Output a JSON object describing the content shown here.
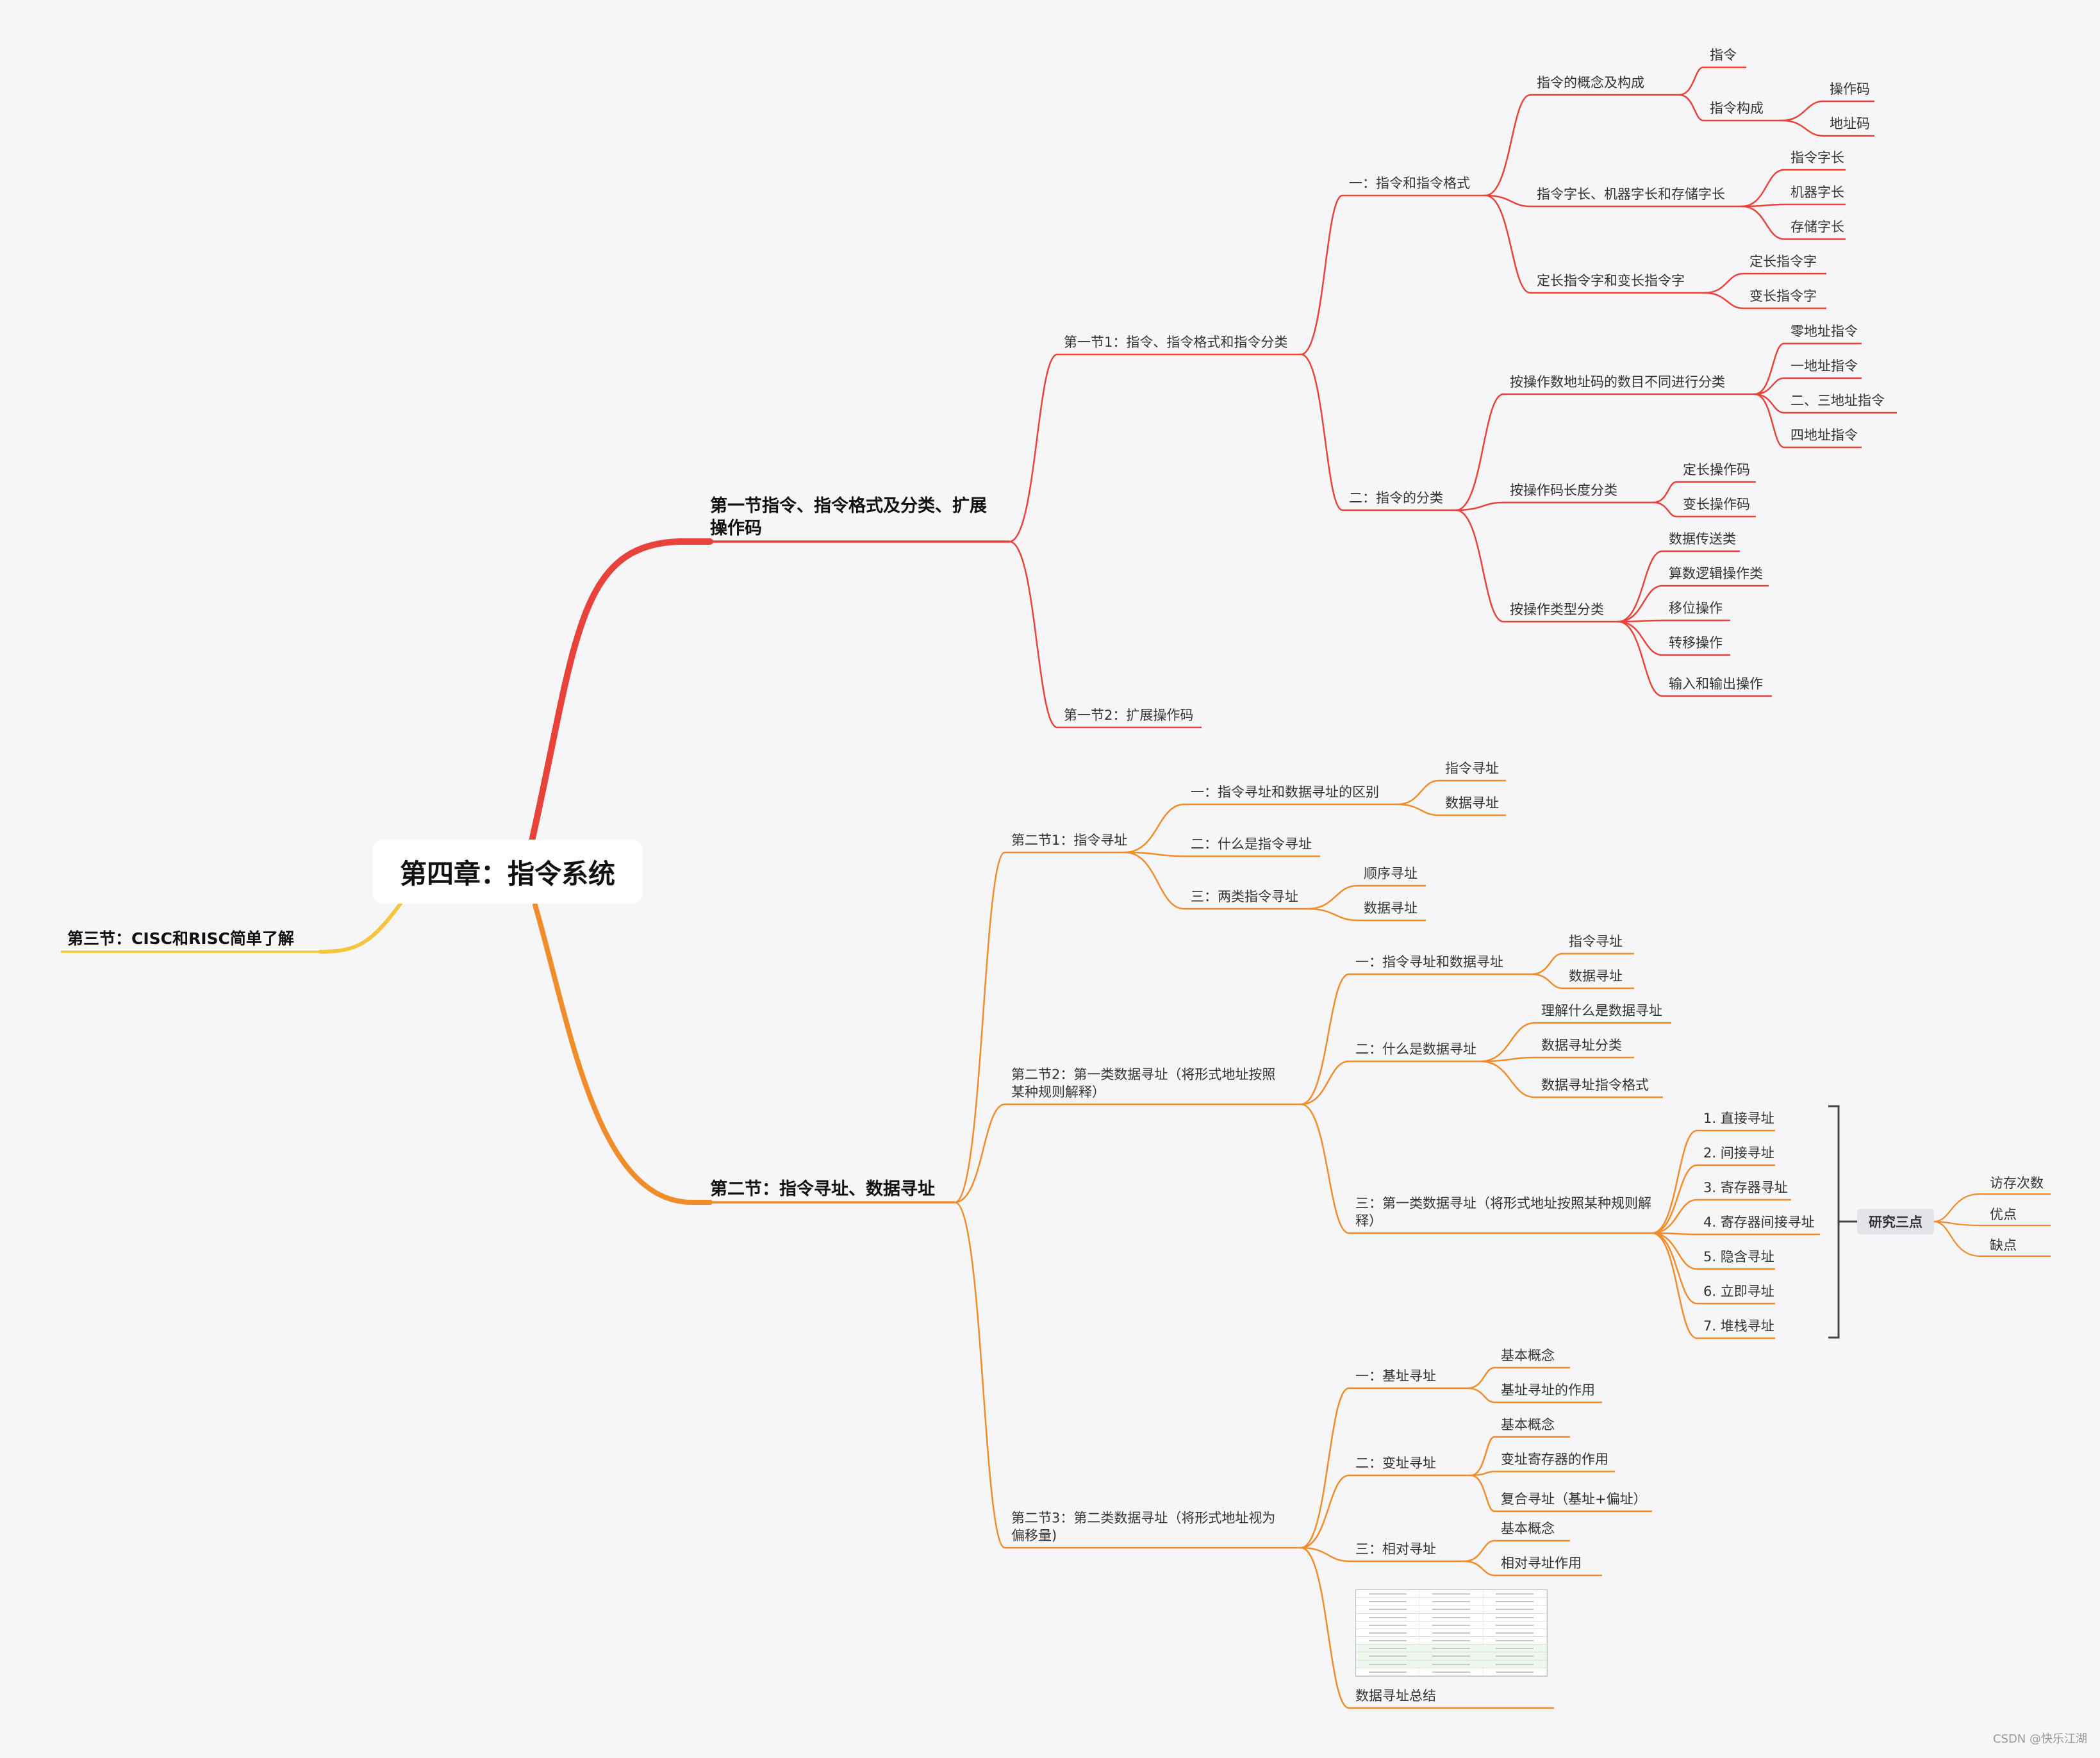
{
  "root": "第四章：指令系统",
  "colors": {
    "sec1": "#e8433a",
    "sec2": "#f08c2a",
    "sec3": "#f5c53d",
    "background": "#f6f6f9"
  },
  "nodes": {
    "s1": "第一节指令、指令格式及分类、扩展操作码",
    "s1a": "第一节1：指令、指令格式和指令分类",
    "s1a1": "一：指令和指令格式",
    "s1a1a": "指令的概念及构成",
    "s1a1a1": "指令",
    "s1a1a2": "指令构成",
    "s1a1a2a": "操作码",
    "s1a1a2b": "地址码",
    "s1a1b": "指令字长、机器字长和存储字长",
    "s1a1b1": "指令字长",
    "s1a1b2": "机器字长",
    "s1a1b3": "存储字长",
    "s1a1c": "定长指令字和变长指令字",
    "s1a1c1": "定长指令字",
    "s1a1c2": "变长指令字",
    "s1a2": "二：指令的分类",
    "s1a2a": "按操作数地址码的数目不同进行分类",
    "s1a2a1": "零地址指令",
    "s1a2a2": "一地址指令",
    "s1a2a3": "二、三地址指令",
    "s1a2a4": "四地址指令",
    "s1a2b": "按操作码长度分类",
    "s1a2b1": "定长操作码",
    "s1a2b2": "变长操作码",
    "s1a2c": "按操作类型分类",
    "s1a2c1": "数据传送类",
    "s1a2c2": "算数逻辑操作类",
    "s1a2c3": "移位操作",
    "s1a2c4": "转移操作",
    "s1a2c5": "输入和输出操作",
    "s1b": "第一节2：扩展操作码",
    "s2": "第二节：指令寻址、数据寻址",
    "s2a": "第二节1：指令寻址",
    "s2a1": "一：指令寻址和数据寻址的区别",
    "s2a1a": "指令寻址",
    "s2a1b": "数据寻址",
    "s2a2": "二：什么是指令寻址",
    "s2a3": "三：两类指令寻址",
    "s2a3a": "顺序寻址",
    "s2a3b": "数据寻址",
    "s2b": "第二节2：第一类数据寻址（将形式地址按照某种规则解释）",
    "s2b1": "一：指令寻址和数据寻址",
    "s2b1a": "指令寻址",
    "s2b1b": "数据寻址",
    "s2b2": "二：什么是数据寻址",
    "s2b2a": "理解什么是数据寻址",
    "s2b2b": "数据寻址分类",
    "s2b2c": "数据寻址指令格式",
    "s2b3": "三：第一类数据寻址（将形式地址按照某种规则解释）",
    "s2b3a": "1. 直接寻址",
    "s2b3b": "2. 间接寻址",
    "s2b3c": "3. 寄存器寻址",
    "s2b3d": "4. 寄存器间接寻址",
    "s2b3e": "5. 隐含寻址",
    "s2b3f": "6. 立即寻址",
    "s2b3g": "7. 堆栈寻址",
    "s2c": "第二节3：第二类数据寻址（将形式地址视为偏移量)",
    "s2c1": "一：基址寻址",
    "s2c1a": "基本概念",
    "s2c1b": "基址寻址的作用",
    "s2c2": "二：变址寻址",
    "s2c2a": "基本概念",
    "s2c2b": "变址寄存器的作用",
    "s2c2c": "复合寻址（基址+偏址）",
    "s2c3": "三：相对寻址",
    "s2c3a": "基本概念",
    "s2c3b": "相对寻址作用",
    "s2c4": "数据寻址总结",
    "s3": "第三节：CISC和RISC简单了解"
  },
  "summary_group": {
    "label": "研究三点",
    "items": [
      "访存次数",
      "优点",
      "缺点"
    ]
  },
  "credit": "CSDN @快乐江湖"
}
